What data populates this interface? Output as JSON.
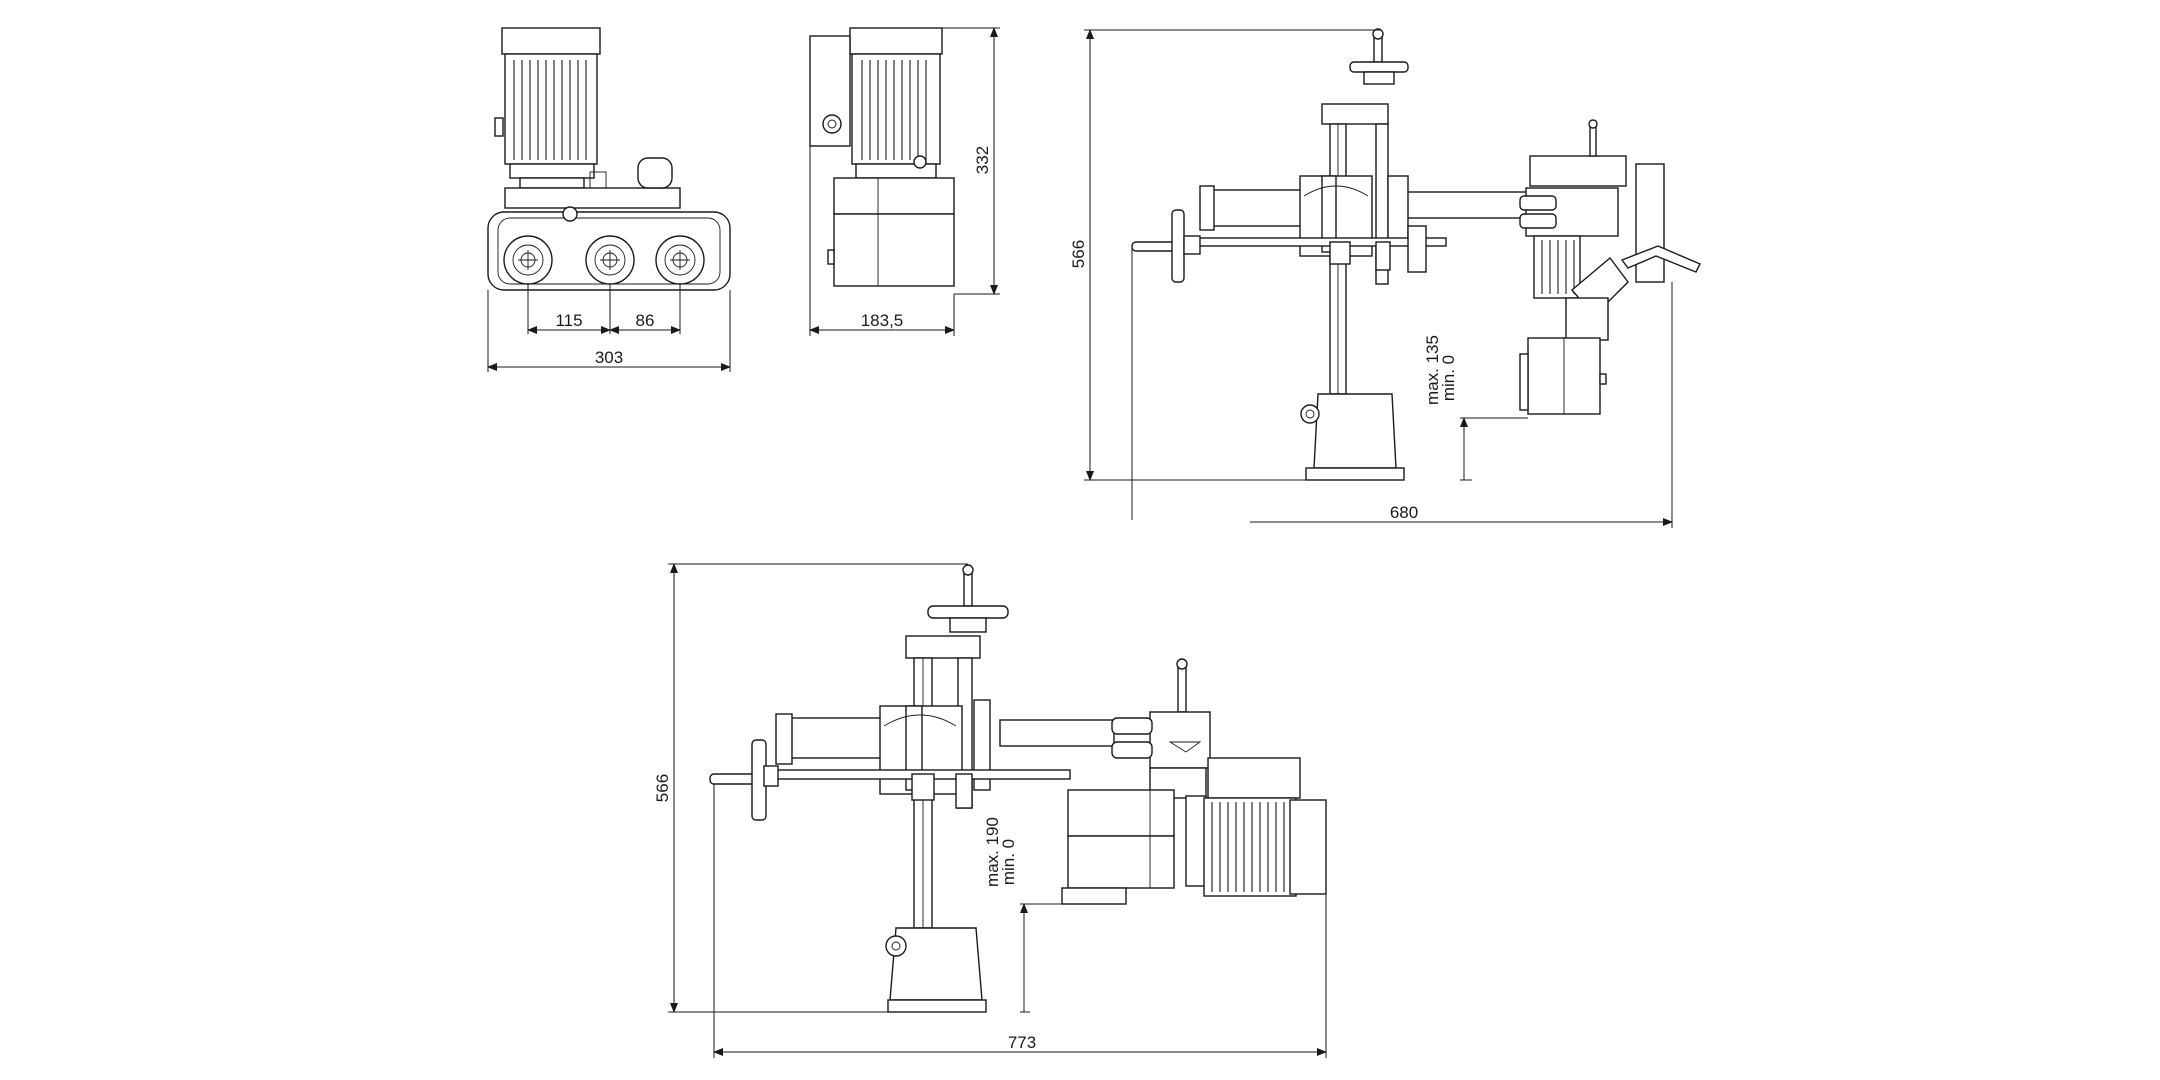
{
  "dimensions": {
    "front_total": "303",
    "front_pitch_a": "115",
    "front_pitch_b": "86",
    "side_height": "332",
    "side_width": "183,5",
    "view3_height": "566",
    "view3_width": "680",
    "view3_max": "max. 135",
    "view3_min": "min. 0",
    "view4_height": "566",
    "view4_width": "773",
    "view4_max": "max. 190",
    "view4_min": "min. 0"
  }
}
